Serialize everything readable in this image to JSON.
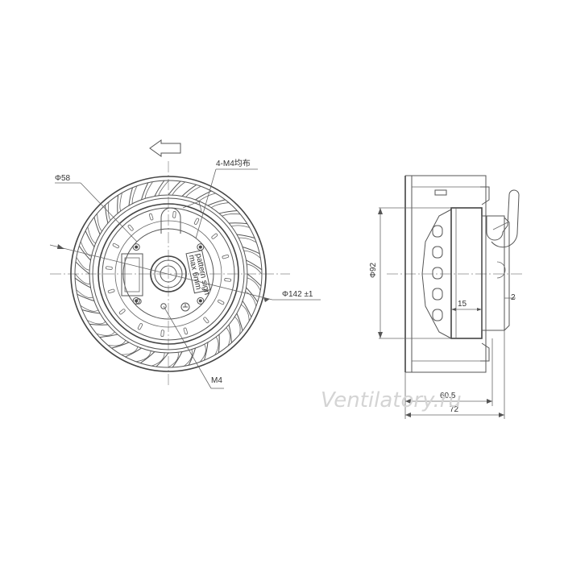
{
  "front_view": {
    "dim_hub_diameter": "Φ58",
    "dim_mount_holes": "4-M4均布",
    "dim_outer_diameter": "Φ142 ±1",
    "dim_center_thread": "M4",
    "rotation_arrow_icon": "left-arrow-icon",
    "label_text": [
      "pattern sign",
      "max 6mm"
    ]
  },
  "side_view": {
    "dim_height": "Φ92",
    "dim_depth_inner": "60.5",
    "dim_depth_total": "72",
    "dim_offset": "15",
    "dim_gap": "2"
  },
  "watermark": "Ventilatory.ru",
  "colors": {
    "line": "#555555",
    "watermark": "#d4d4d4"
  }
}
